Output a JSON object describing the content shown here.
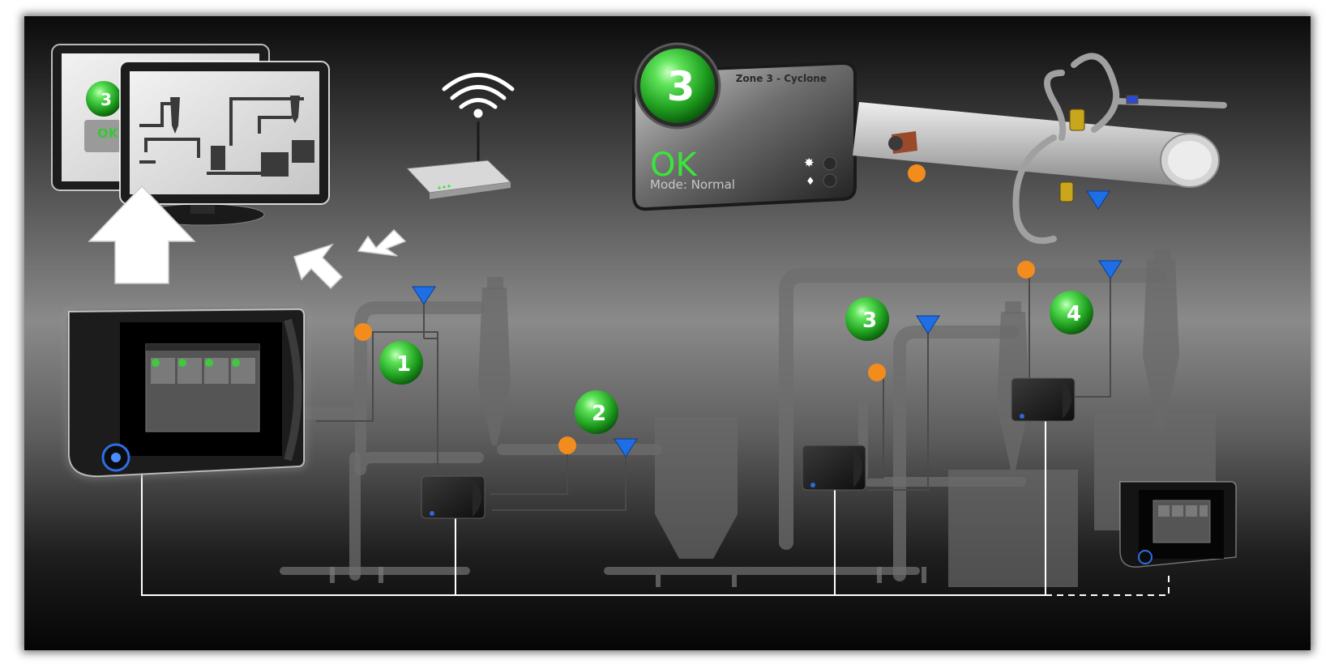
{
  "zone_panel": {
    "badge_number": "3",
    "title": "Zone 3 - Cyclone",
    "status": "OK",
    "mode": "Mode: Normal",
    "status_color": "#39e639"
  },
  "monitor_preview": {
    "badge_number": "3",
    "status": "OK"
  },
  "zone_badges": [
    {
      "number": "1"
    },
    {
      "number": "2"
    },
    {
      "number": "3"
    },
    {
      "number": "4"
    }
  ],
  "legend_colors": {
    "sensor_marker": "#f28c1c",
    "valve_marker": "#1e6fe6",
    "zone_badge": "#3ec93e",
    "network_line": "#ffffff"
  },
  "icons": [
    "wifi-icon",
    "router-icon",
    "monitor-icon",
    "controller-icon",
    "sensor-dot-icon",
    "valve-triangle-icon",
    "arrow-icon"
  ]
}
